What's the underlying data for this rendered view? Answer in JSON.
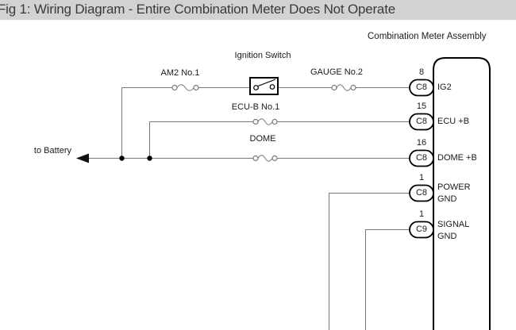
{
  "title_bar": {
    "title": "Fig 1: Wiring Diagram - Entire Combination Meter Does Not Operate"
  },
  "diagram": {
    "assembly_label": "Combination Meter Assembly",
    "battery_label": "to Battery",
    "ignition_switch_label": "Ignition Switch",
    "fuses": [
      {
        "name": "AM2 No.1"
      },
      {
        "name": "GAUGE No.2"
      },
      {
        "name": "ECU-B No.1"
      },
      {
        "name": "DOME"
      }
    ],
    "pins": [
      {
        "number": "8",
        "connector": "C8",
        "label": "IG2"
      },
      {
        "number": "15",
        "connector": "C8",
        "label": "ECU +B"
      },
      {
        "number": "16",
        "connector": "C8",
        "label": "DOME +B"
      },
      {
        "number": "1",
        "connector": "C8",
        "label": "POWER GND"
      },
      {
        "number": "1",
        "connector": "C9",
        "label": "SIGNAL GND"
      }
    ],
    "colors": {
      "title_bar_bg": "#d2d2d2",
      "wire": "#787878",
      "symbol_stroke": "#000000"
    }
  }
}
